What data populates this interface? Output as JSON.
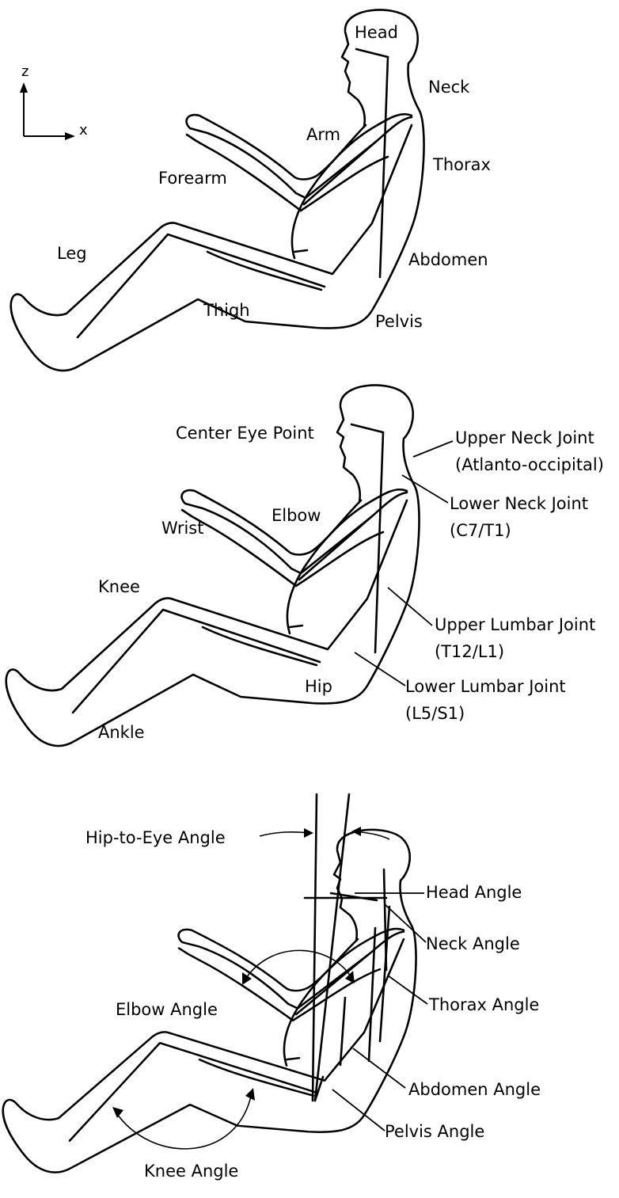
{
  "axes": {
    "z": "z",
    "x": "x"
  },
  "panel_segments": {
    "head": "Head",
    "neck": "Neck",
    "arm": "Arm",
    "thorax": "Thorax",
    "forearm": "Forearm",
    "leg": "Leg",
    "abdomen": "Abdomen",
    "thigh": "Thigh",
    "pelvis": "Pelvis"
  },
  "panel_joints": {
    "center_eye_point": "Center Eye Point",
    "upper_neck_joint": "Upper Neck Joint",
    "upper_neck_joint_sub": "(Atlanto-occipital)",
    "lower_neck_joint": "Lower Neck Joint",
    "lower_neck_joint_sub": "(C7/T1)",
    "elbow": "Elbow",
    "wrist": "Wrist",
    "knee": "Knee",
    "upper_lumbar_joint": "Upper Lumbar Joint",
    "upper_lumbar_joint_sub": "(T12/L1)",
    "hip": "Hip",
    "lower_lumbar_joint": "Lower Lumbar Joint",
    "lower_lumbar_joint_sub": "(L5/S1)",
    "ankle": "Ankle"
  },
  "panel_angles": {
    "hip_to_eye_angle": "Hip-to-Eye Angle",
    "head_angle": "Head Angle",
    "neck_angle": "Neck Angle",
    "elbow_angle": "Elbow Angle",
    "thorax_angle": "Thorax Angle",
    "abdomen_angle": "Abdomen Angle",
    "pelvis_angle": "Pelvis Angle",
    "knee_angle": "Knee Angle"
  }
}
